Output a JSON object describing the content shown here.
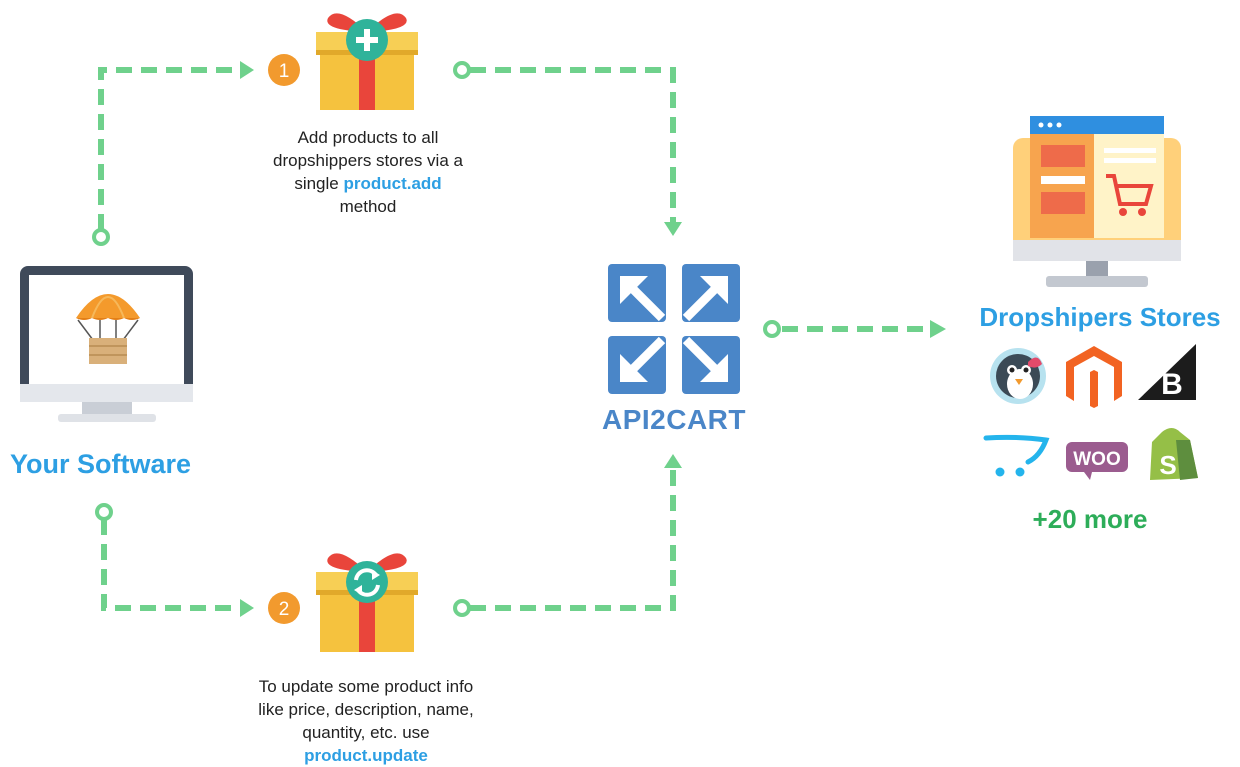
{
  "colors": {
    "connector": "#6fd18c",
    "badge": "#f29a2e",
    "gift_body": "#f5c23e",
    "gift_ribbon": "#e9453b",
    "gift_badge": "#2fb39a",
    "api_logo": "#4a86c8",
    "title_blue": "#2d9fe3",
    "more_green": "#2dad59"
  },
  "software": {
    "label": "Your Software",
    "icon": "parachute-box-monitor-icon"
  },
  "step1": {
    "number": "1",
    "icon": "gift-plus-icon",
    "text_before": "Add products to all dropshippers stores via a single",
    "method": "product.add",
    "text_after": "method"
  },
  "step2": {
    "number": "2",
    "icon": "gift-refresh-icon",
    "text_before": "To update some product info like price, description, name, quantity, etc. use",
    "method": "product.update"
  },
  "api": {
    "label": "API2CART",
    "icon": "api2cart-arrows-logo"
  },
  "stores": {
    "label": "Dropshipers Stores",
    "more": "+20 more",
    "icon": "store-monitor-cart-icon",
    "platforms": [
      "prestashop-icon",
      "magento-icon",
      "bigcommerce-icon",
      "opencart-icon",
      "woocommerce-icon",
      "shopify-icon"
    ],
    "woo_text": "WOO"
  }
}
